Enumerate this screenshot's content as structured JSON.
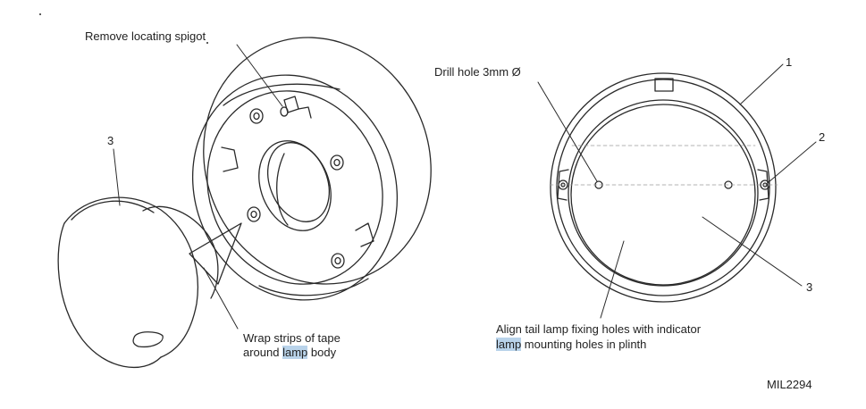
{
  "labels": {
    "remove_spigot": "Remove locating spigot",
    "drill_hole": "Drill hole 3mm Ø",
    "wrap_line1": "Wrap strips of tape",
    "wrap_line2_pre": "around ",
    "wrap_line2_hl": "lamp",
    "wrap_line2_post": " body",
    "align_line1": "Align tail lamp fixing holes with indicator",
    "align_line2_hl": "lamp",
    "align_line2_post": " mounting holes in plinth",
    "callout_left_3": "3",
    "callout_1": "1",
    "callout_2": "2",
    "callout_right_3": "3",
    "figure_ref": "MIL2294"
  },
  "colors": {
    "line": "#2a2a2a",
    "highlight": "#b9d3ea"
  }
}
